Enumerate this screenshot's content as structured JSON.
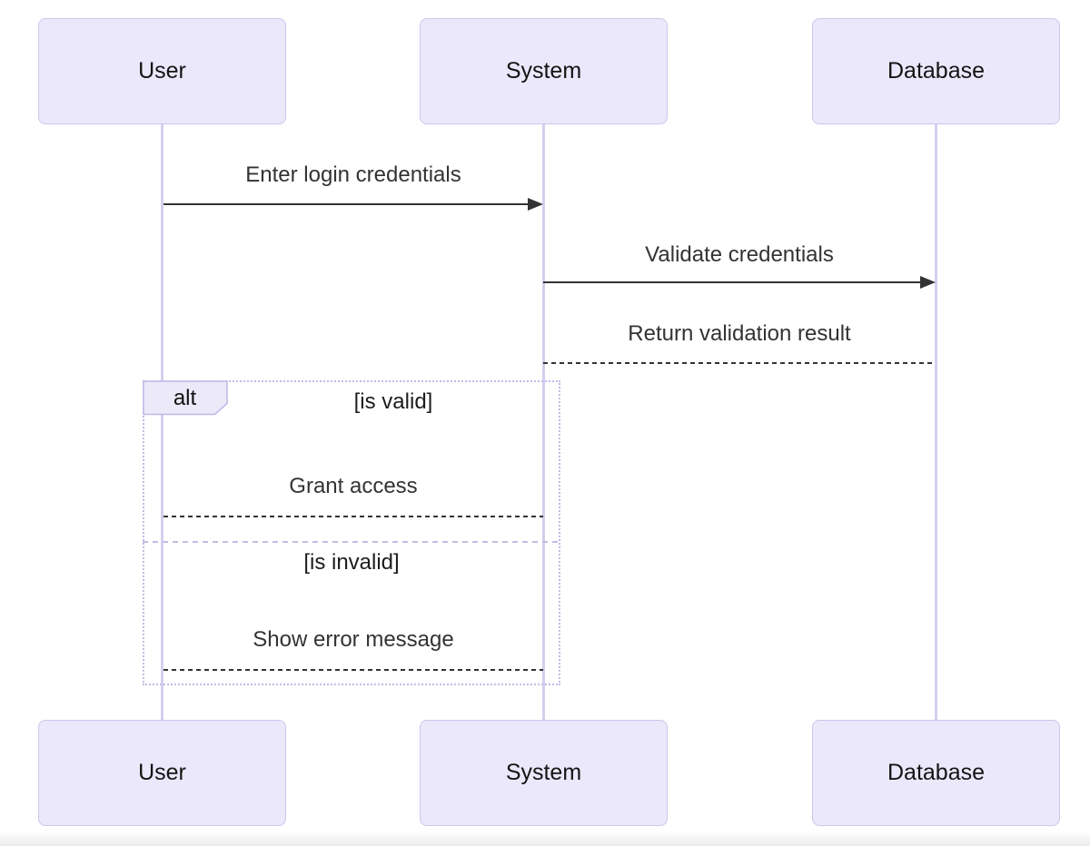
{
  "diagram": {
    "kind": "sequence-diagram",
    "actors": [
      {
        "name": "User"
      },
      {
        "name": "System"
      },
      {
        "name": "Database"
      }
    ],
    "messages": [
      {
        "text": "Enter login credentials",
        "from": "User",
        "to": "System",
        "line": "solid-arrow"
      },
      {
        "text": "Validate credentials",
        "from": "System",
        "to": "Database",
        "line": "solid-arrow"
      },
      {
        "text": "Return validation result",
        "from": "Database",
        "to": "System",
        "line": "dashed"
      },
      {
        "text": "Grant access",
        "from": "System",
        "to": "User",
        "line": "dashed"
      },
      {
        "text": "Show error message",
        "from": "System",
        "to": "User",
        "line": "dashed"
      }
    ],
    "alt_frame": {
      "label": "alt",
      "condition_valid": "[is valid]",
      "condition_invalid": "[is invalid]"
    },
    "colors": {
      "actor_fill": "#eae8fa",
      "actor_border": "#cfc5ec",
      "lifeline": "#d5ceee",
      "frame_border": "#c5bae6",
      "message_color": "#333333"
    }
  }
}
